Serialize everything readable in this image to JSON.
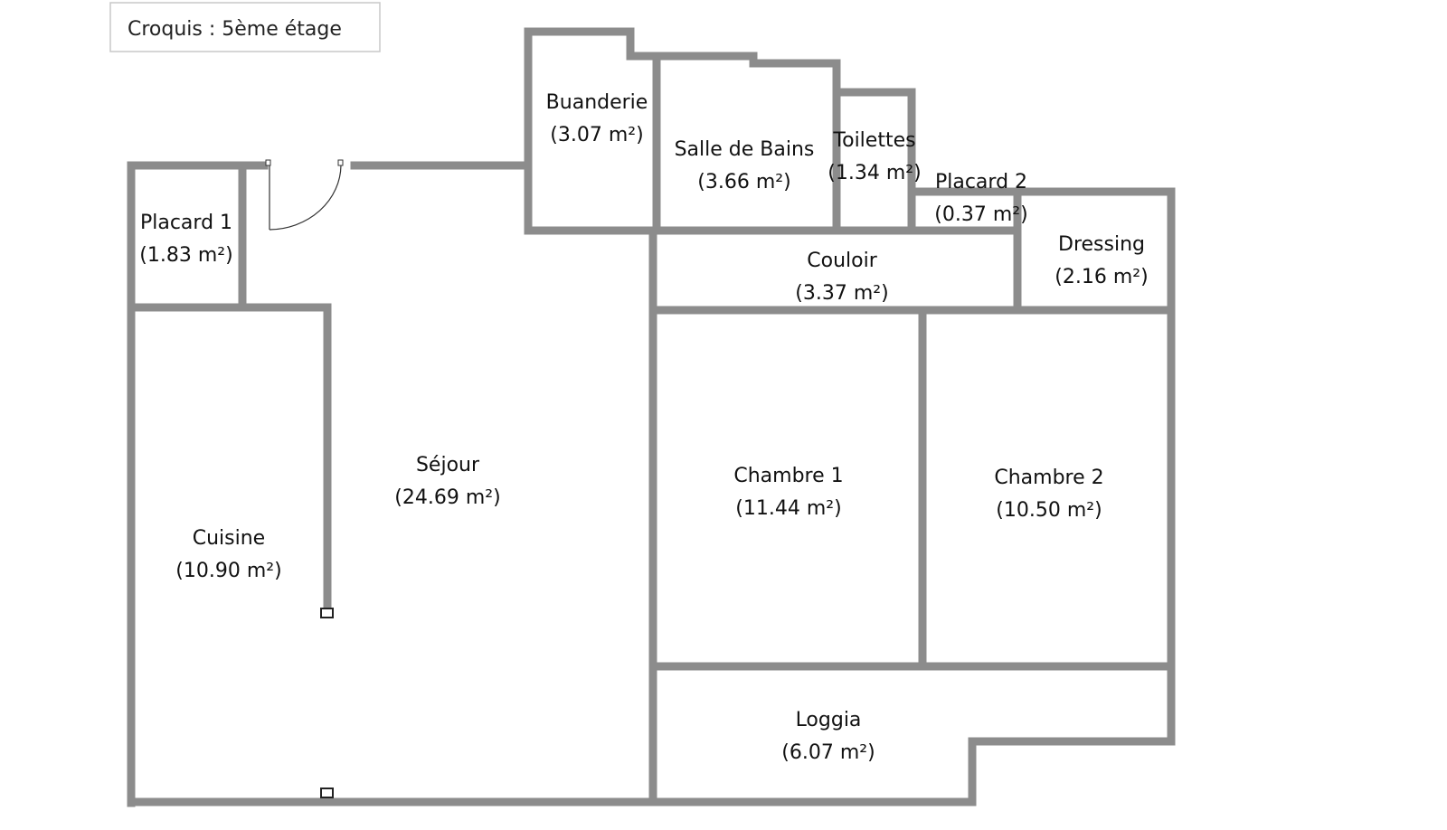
{
  "title": "Croquis :  5ème étage",
  "wall_color": "#8c8c8c",
  "rooms": [
    {
      "id": "buanderie",
      "name": "Buanderie",
      "area": "(3.07 m²)"
    },
    {
      "id": "salle-de-bains",
      "name": "Salle de Bains",
      "area": "(3.66 m²)"
    },
    {
      "id": "toilettes",
      "name": "Toilettes",
      "area": "(1.34 m²)"
    },
    {
      "id": "placard-2",
      "name": "Placard 2",
      "area": "(0.37 m²)"
    },
    {
      "id": "placard-1",
      "name": "Placard 1",
      "area": "(1.83 m²)"
    },
    {
      "id": "couloir",
      "name": "Couloir",
      "area": "(3.37 m²)"
    },
    {
      "id": "dressing",
      "name": "Dressing",
      "area": "(2.16 m²)"
    },
    {
      "id": "sejour",
      "name": "Séjour",
      "area": "(24.69 m²)"
    },
    {
      "id": "chambre-1",
      "name": "Chambre 1",
      "area": "(11.44 m²)"
    },
    {
      "id": "chambre-2",
      "name": "Chambre 2",
      "area": "(10.50 m²)"
    },
    {
      "id": "cuisine",
      "name": "Cuisine",
      "area": "(10.90 m²)"
    },
    {
      "id": "loggia",
      "name": "Loggia",
      "area": "(6.07 m²)"
    }
  ]
}
